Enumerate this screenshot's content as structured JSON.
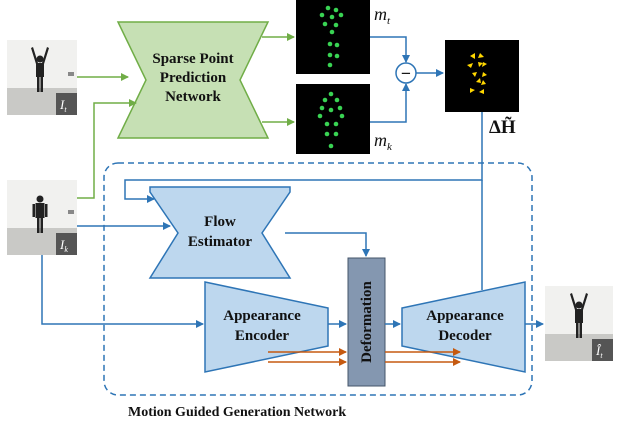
{
  "colors": {
    "sppn_fill": "#c6e0b4",
    "sppn_stroke": "#70ad47",
    "module_fill": "#bdd7ee",
    "module_stroke": "#2e75b6",
    "deform_fill": "#8497b0",
    "feature_arrow": "#c55a11",
    "point_green": "#39d353",
    "point_yellow": "#ffd700",
    "dashed_box": "#2e75b6",
    "connector": "#2e75b6"
  },
  "modules": {
    "sparse_point_network": {
      "line1": "Sparse Point",
      "line2": "Prediction",
      "line3": "Network"
    },
    "flow_estimator": {
      "line1": "Flow",
      "line2": "Estimator"
    },
    "appearance_encoder": {
      "line1": "Appearance",
      "line2": "Encoder"
    },
    "appearance_decoder": {
      "line1": "Appearance",
      "line2": "Decoder"
    },
    "deformation": {
      "label": "Deformation"
    }
  },
  "symbols": {
    "m_t": {
      "base": "m",
      "sub": "t"
    },
    "m_k": {
      "base": "m",
      "sub": "k"
    },
    "I_t": {
      "base": "I",
      "sub": "t"
    },
    "I_k": {
      "base": "I",
      "sub": "k"
    },
    "I_hat_t": {
      "base": "Î",
      "sub": "t"
    },
    "delta_h": "ΔH̃",
    "minus": "−"
  },
  "caption": "Motion Guided Generation Network",
  "icons": {
    "input_target_frame": "person-arms-raised-photo",
    "input_key_frame": "person-standing-photo",
    "output_generated_frame": "person-arms-raised-photo",
    "subtract_node": "minus-circle-icon"
  }
}
